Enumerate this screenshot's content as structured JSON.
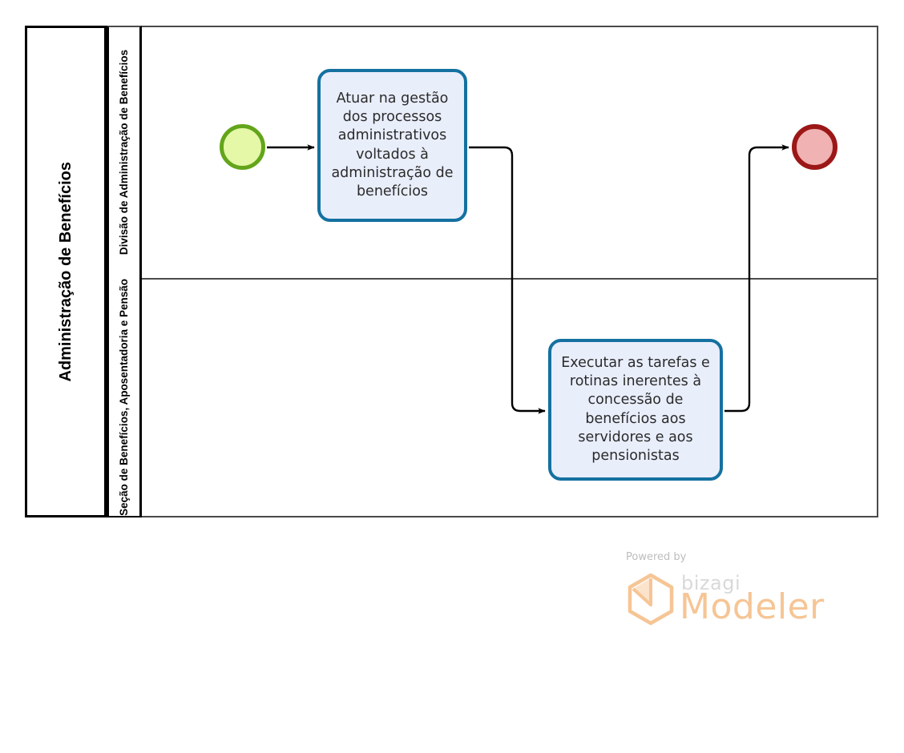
{
  "pool": {
    "title": "Administração de Benefícios",
    "border_color": "#000000",
    "lane_border_color": "#4a4a4a"
  },
  "lanes": [
    {
      "id": "lane-1",
      "label": "Divisão de Administração de Benefícios"
    },
    {
      "id": "lane-2",
      "label": "Seção de Benefícios, Aposentadoria e Pensão"
    }
  ],
  "events": [
    {
      "id": "start-event",
      "type": "start-event",
      "lane": "lane-1",
      "fill": "#e4f8a8",
      "stroke": "#63a51a"
    },
    {
      "id": "end-event",
      "type": "end-event",
      "lane": "lane-1",
      "fill": "#f0b2b2",
      "stroke": "#9c1717"
    }
  ],
  "tasks": [
    {
      "id": "task-1",
      "lane": "lane-1",
      "label": "Atuar na gestão dos processos administrativos voltados à administração de benefícios",
      "fill": "#e9eefb",
      "stroke": "#1471a0"
    },
    {
      "id": "task-2",
      "lane": "lane-2",
      "label": "Executar as tarefas e rotinas inerentes à concessão de benefícios aos servidores e aos pensionistas",
      "fill": "#e9eefb",
      "stroke": "#1471a0"
    }
  ],
  "flows": [
    {
      "id": "flow-1",
      "from": "start-event",
      "to": "task-1"
    },
    {
      "id": "flow-2",
      "from": "task-1",
      "to": "task-2"
    },
    {
      "id": "flow-3",
      "from": "task-2",
      "to": "end-event"
    }
  ],
  "watermark": {
    "powered_by": "Powered by",
    "brand": "bizagi",
    "product": "Modeler",
    "brand_color": "#f6c595",
    "powered_by_color": "#bdbdbd"
  }
}
